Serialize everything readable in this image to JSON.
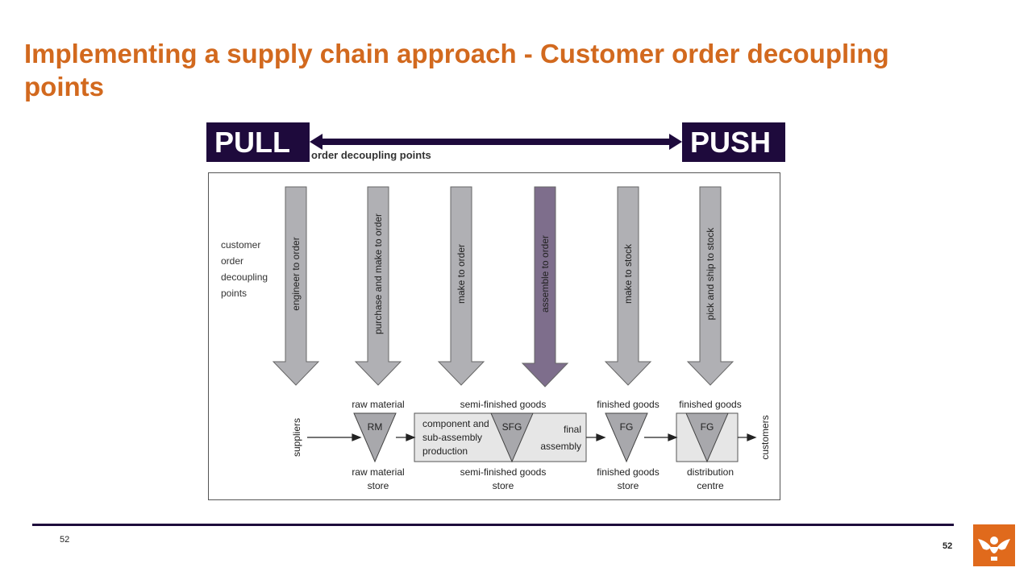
{
  "slide": {
    "title": "Implementing a supply chain approach - Customer order decoupling points",
    "page_number_left": "52",
    "page_number_right": "52"
  },
  "pushpull": {
    "pull_label": "PULL",
    "push_label": "PUSH",
    "subtitle": "order decoupling points",
    "colors": {
      "bar": "#1e0a3c"
    }
  },
  "diagram": {
    "side_label": [
      "customer",
      "order",
      "decoupling",
      "points"
    ],
    "arrows": [
      {
        "label": "engineer to order",
        "highlight": false
      },
      {
        "label": "purchase and make to order",
        "highlight": false
      },
      {
        "label": "make to order",
        "highlight": false
      },
      {
        "label": "assemble to order",
        "highlight": true
      },
      {
        "label": "make to stock",
        "highlight": false
      },
      {
        "label": "pick and ship to stock",
        "highlight": false
      }
    ],
    "top_labels": [
      "raw material",
      "semi-finished goods",
      "finished goods",
      "finished goods"
    ],
    "bottom_labels": [
      [
        "raw material",
        "store"
      ],
      [
        "semi-finished goods",
        "store"
      ],
      [
        "finished goods",
        "store"
      ],
      [
        "distribution",
        "centre"
      ]
    ],
    "stock_points": [
      "RM",
      "SFG",
      "FG",
      "FG"
    ],
    "process_box": {
      "left_text": [
        "component and",
        "sub-assembly",
        "production"
      ],
      "right_text": [
        "final",
        "assembly"
      ]
    },
    "suppliers": "suppliers",
    "customers": "customers",
    "colors": {
      "arrow": "#b0b0b4",
      "arrow_highlight": "#7e6e8c",
      "box_fill": "#e6e6e6"
    }
  },
  "logo": {
    "icon": "eagle-emblem-icon",
    "color": "#e06a1c"
  }
}
